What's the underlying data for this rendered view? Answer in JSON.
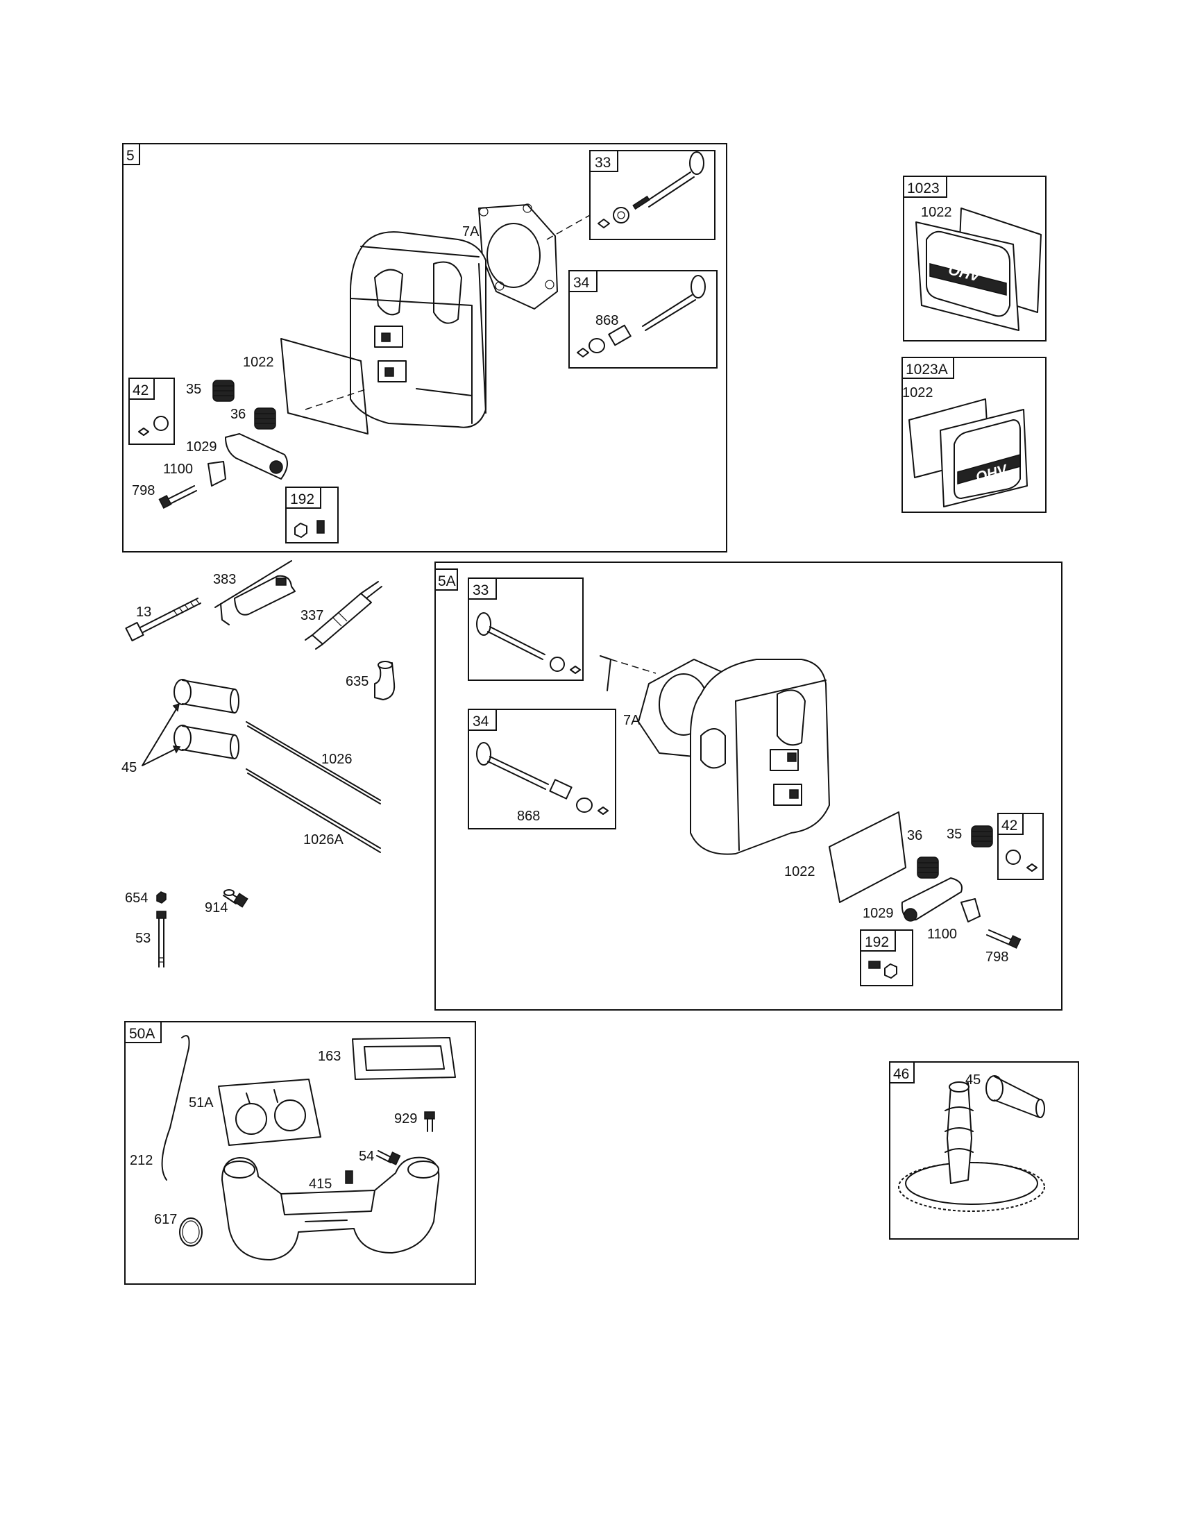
{
  "groups": {
    "g5": {
      "tag": "5",
      "parts": {
        "p33": "33",
        "p34": "34",
        "p7A": "7A",
        "p868": "868",
        "p1022": "1022",
        "p35": "35",
        "p36": "36",
        "p42": "42",
        "p1029": "1029",
        "p1100": "1100",
        "p798": "798",
        "p192": "192"
      }
    },
    "g1023": {
      "tag": "1023",
      "parts": {
        "p1022": "1022"
      }
    },
    "g1023A": {
      "tag": "1023A",
      "parts": {
        "p1022": "1022"
      }
    },
    "g5A": {
      "tag": "5A",
      "parts": {
        "p33": "33",
        "p34": "34",
        "p7A": "7A",
        "p868": "868",
        "p1022": "1022",
        "p35": "35",
        "p36": "36",
        "p42": "42",
        "p1029": "1029",
        "p1100": "1100",
        "p798": "798",
        "p192": "192"
      }
    },
    "g50A": {
      "tag": "50A",
      "parts": {
        "p163": "163",
        "p51A": "51A",
        "p929": "929",
        "p212": "212",
        "p54": "54",
        "p415": "415",
        "p617": "617"
      }
    },
    "g46": {
      "tag": "46",
      "parts": {
        "p45": "45"
      }
    }
  },
  "loose": {
    "p13": "13",
    "p383": "383",
    "p337": "337",
    "p635": "635",
    "p45": "45",
    "p1026": "1026",
    "p1026A": "1026A",
    "p654": "654",
    "p914": "914",
    "p53": "53"
  },
  "emblem": "OHV"
}
